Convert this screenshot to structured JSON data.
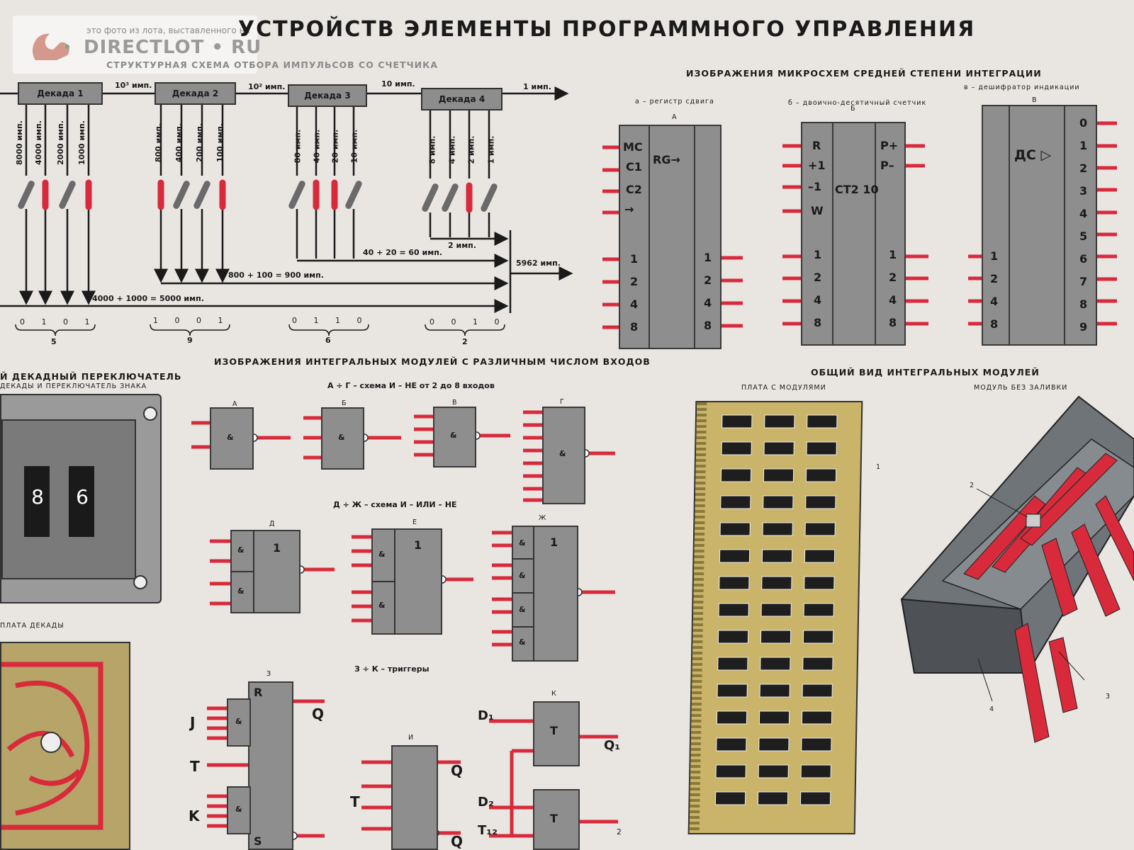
{
  "title": "УСТРОЙСТВ ЭЛЕМЕНТЫ ПРОГРАММНОГО УПРАВЛЕНИЯ",
  "watermark": {
    "top": "это фото из лота, выставленного на",
    "logo": "DIRECTLOT • RU"
  },
  "counter": {
    "heading": "СТРУКТУРНАЯ СХЕМА ОТБОРА ИМПУЛЬСОВ СО СЧЕТЧИКА",
    "decades": [
      "Декада 1",
      "Декада 2",
      "Декада 3",
      "Декада 4"
    ],
    "between": [
      "10³ имп.",
      "10² имп.",
      "10 имп.",
      "1 имп."
    ],
    "taps": [
      [
        "8000 имп.",
        "4000 имп.",
        "2000 имп.",
        "1000 имп."
      ],
      [
        "800 имп.",
        "400 имп.",
        "200 имп.",
        "100 имп."
      ],
      [
        "80 имп.",
        "40 имп.",
        "20 имп.",
        "10 имп."
      ],
      [
        "8 имп.",
        "4 имп.",
        "2 имп.",
        "1 имп."
      ]
    ],
    "sums": [
      "2 имп.",
      "40 + 20 = 60 имп.",
      "800 + 100 = 900 имп.",
      "4000 + 1000 = 5000 имп."
    ],
    "total": "5962 имп.",
    "codes": [
      "0 1 0 1",
      "1 0 0 1",
      "0 1 1 0",
      "0 0 1 0"
    ],
    "digits": [
      "5",
      "9",
      "6",
      "2"
    ]
  },
  "micro": {
    "heading": "ИЗОБРАЖЕНИЯ МИКРОСХЕМ СРЕДНЕЙ СТЕПЕНИ ИНТЕГРАЦИИ",
    "a": {
      "caption": "а – регистр сдвига",
      "letter": "А",
      "left": [
        "MC",
        "C1",
        "C2",
        "→",
        "1",
        "2",
        "4",
        "8"
      ],
      "center": "RG→",
      "right": [
        "1",
        "2",
        "4",
        "8"
      ]
    },
    "b": {
      "caption": "б – двоично-десятичный счетчик",
      "letter": "Б",
      "left": [
        "R",
        "+1",
        "–1",
        "W",
        "1",
        "2",
        "4",
        "8"
      ],
      "center": "СТ2 10",
      "right": [
        "P+",
        "P–",
        "1",
        "2",
        "4",
        "8"
      ]
    },
    "c": {
      "caption": "в – дешифратор индикации",
      "letter": "В",
      "left": [
        "1",
        "2",
        "4",
        "8"
      ],
      "center": "ДС ▷",
      "right": [
        "0",
        "1",
        "2",
        "3",
        "4",
        "5",
        "6",
        "7",
        "8",
        "9"
      ]
    }
  },
  "switch": {
    "heading": "Й ДЕКАДНЫЙ ПЕРЕКЛЮЧАТЕЛЬ",
    "sub": "ДЕКАДЫ И ПЕРЕКЛЮЧАТЕЛЬ ЗНАКА",
    "digits": [
      "8",
      "6"
    ],
    "board": "ПЛАТА ДЕКАДЫ"
  },
  "modules": {
    "heading": "ИЗОБРАЖЕНИЯ ИНТЕГРАЛЬНЫХ МОДУЛЕЙ С РАЗЛИЧНЫМ ЧИСЛОМ ВХОДОВ",
    "nand_caption": "А ÷ Г – схема И – НЕ от 2 до 8 входов",
    "nand_letters": [
      "А",
      "Б",
      "В",
      "Г"
    ],
    "andor_caption": "Д ÷ Ж – схема   И – ИЛИ – НЕ",
    "andor_letters": [
      "Д",
      "Е",
      "Ж"
    ],
    "trig_caption": "З ÷ К – триггеры",
    "trig_letters": [
      "З",
      "И",
      "К"
    ],
    "amp": "&",
    "one": "1",
    "z": {
      "R": "R",
      "S": "S",
      "J": "J",
      "T": "T",
      "K": "K",
      "Q": "Q"
    },
    "i": {
      "T": "T",
      "Q": "Q"
    },
    "k": {
      "D1": "D₁",
      "D2": "D₂",
      "T12": "T₁₂",
      "Q1": "Q₁",
      "T": "T",
      "n2": "2"
    }
  },
  "general": {
    "heading": "ОБЩИЙ ВИД ИНТЕГРАЛЬНЫХ МОДУЛЕЙ",
    "board": "ПЛАТА С МОДУЛЯМИ",
    "module": "МОДУЛЬ БЕЗ ЗАЛИВКИ",
    "callouts": [
      "1",
      "2",
      "3",
      "4"
    ]
  },
  "colors": {
    "red": "#d82a3a",
    "gray": "#8e8e8e",
    "dark": "#3a3a3a",
    "gold": "#c9b46a"
  }
}
